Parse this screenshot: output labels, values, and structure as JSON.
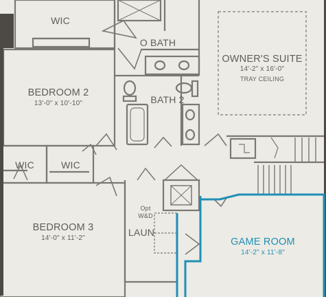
{
  "rooms": {
    "wic_top": {
      "name": "WIC"
    },
    "owners_bath": {
      "name": "O BATH"
    },
    "owners_suite": {
      "name": "OWNER'S SUITE",
      "dimensions": "14'-2\" x 16'-0\"",
      "note": "TRAY CEILING"
    },
    "bedroom2": {
      "name": "BEDROOM 2",
      "dimensions": "13'-0\" x 10'-10\""
    },
    "bath2": {
      "name": "BATH 2"
    },
    "wic_left": {
      "name": "WIC"
    },
    "wic_right": {
      "name": "WIC"
    },
    "bedroom3": {
      "name": "BEDROOM 3",
      "dimensions": "14'-0\" x 11'-2\""
    },
    "laundry": {
      "name": "LAUN",
      "option_line1": "Opt",
      "option_line2": "W&D"
    },
    "game_room": {
      "name": "GAME ROOM",
      "dimensions": "14'-2\" x 11'-8\""
    }
  },
  "colors": {
    "wall": "#7b7871",
    "wall_dark": "#4d4a45",
    "background": "#ecebe6",
    "highlight": "#1f8fb5"
  }
}
